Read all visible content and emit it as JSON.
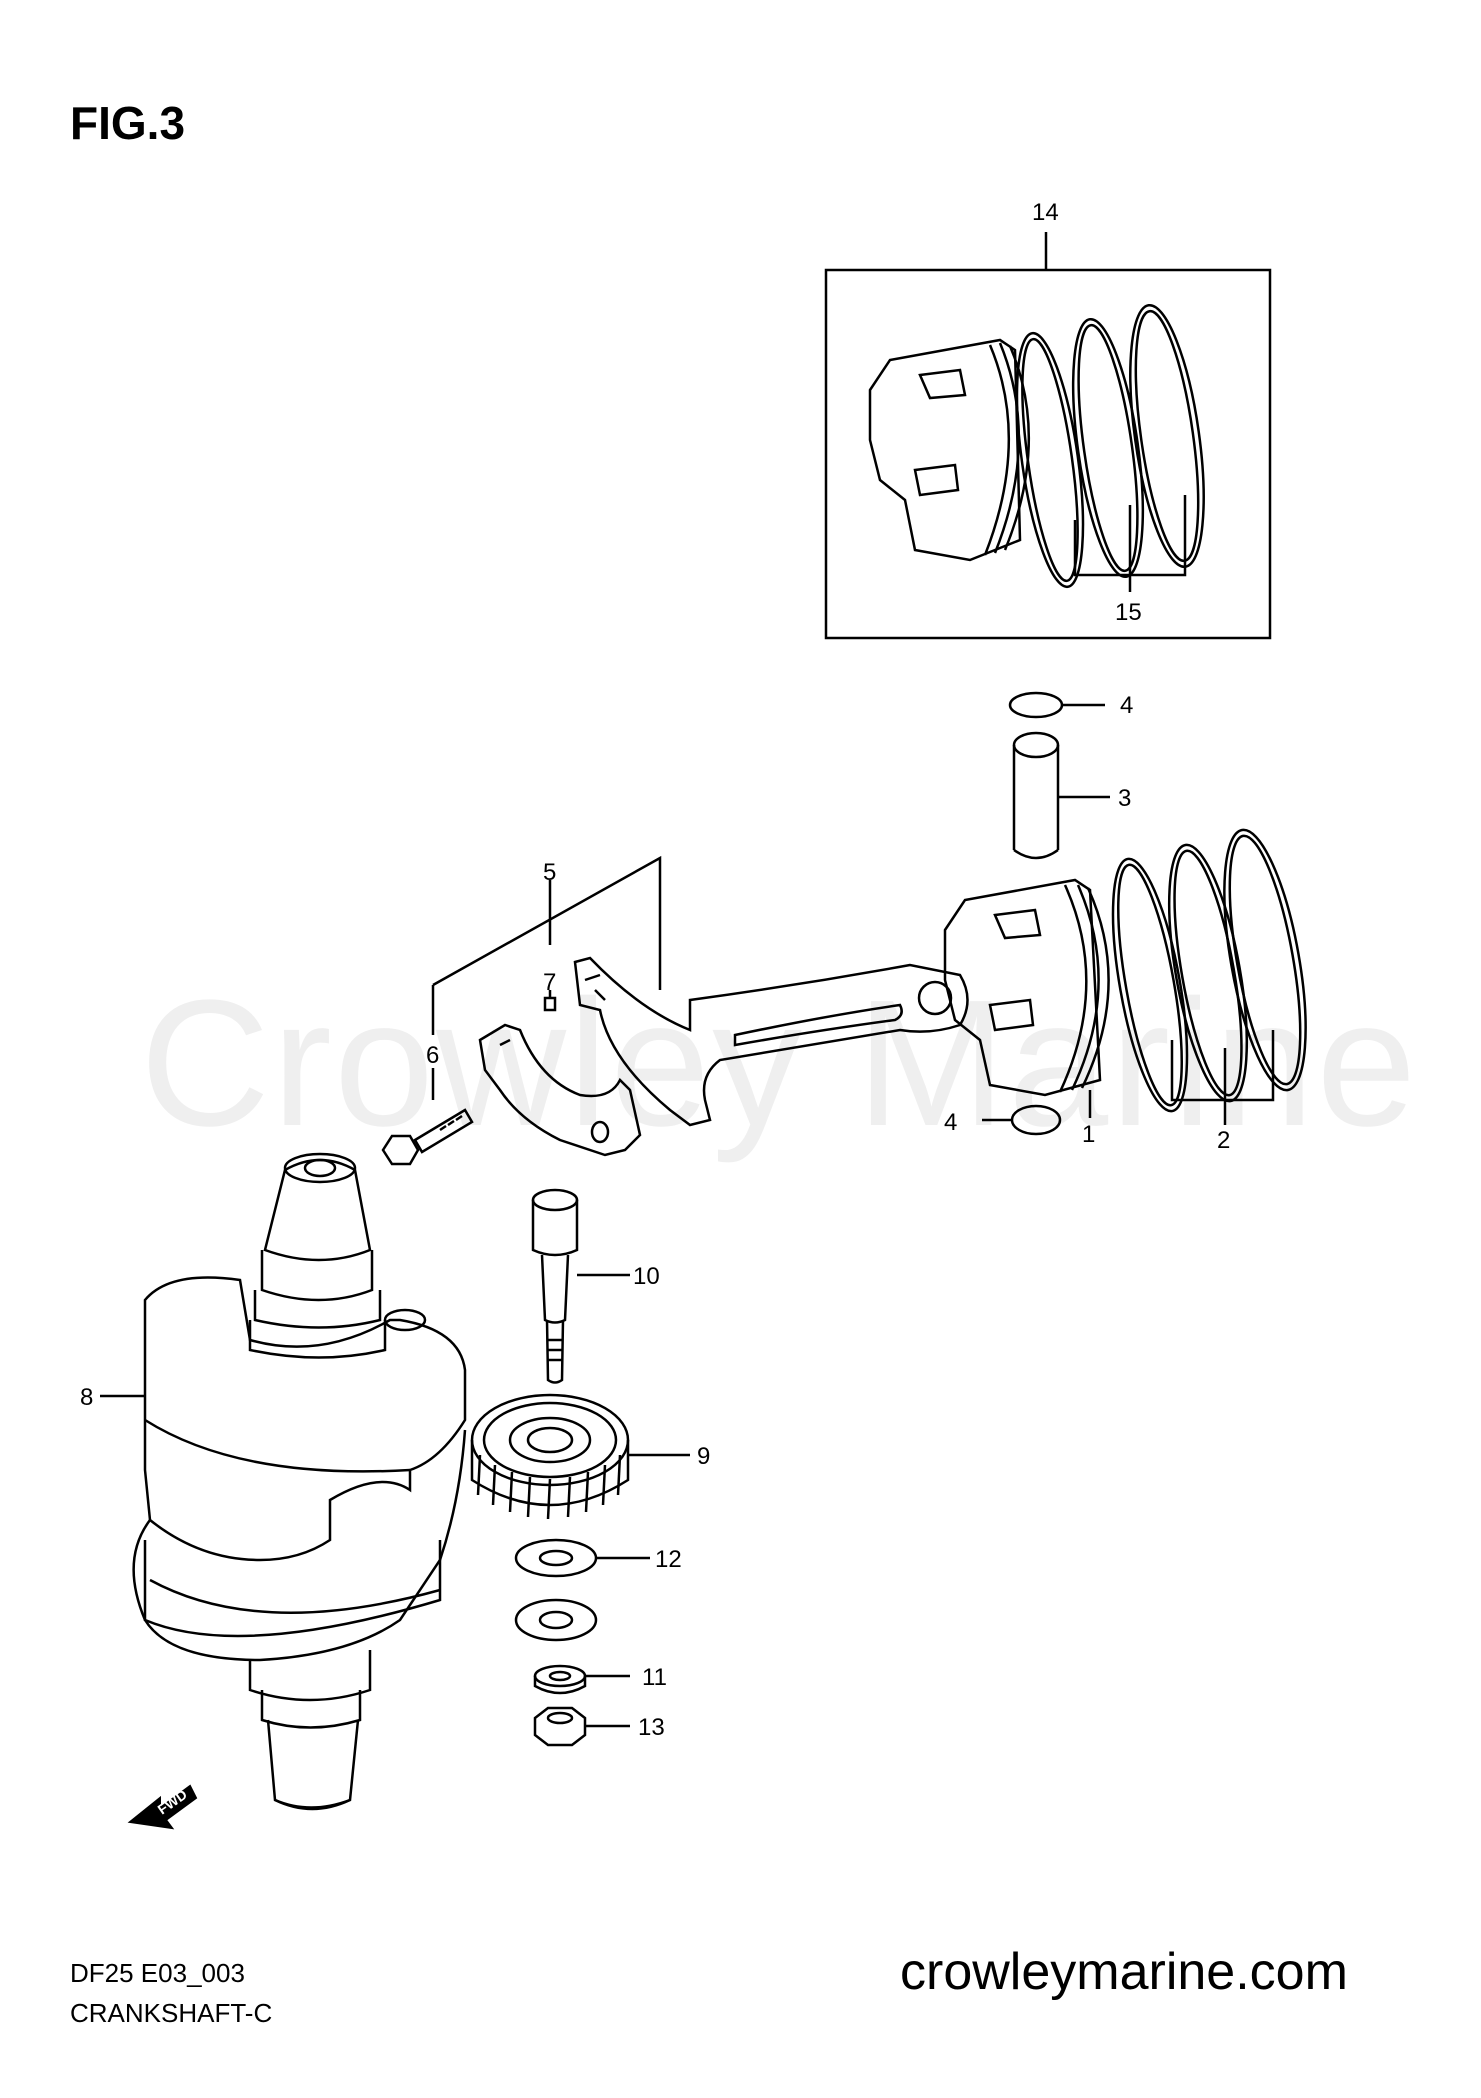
{
  "figure": {
    "title": "FIG.3",
    "watermark": "Crowley Marine",
    "model_code": "DF25 E03_003",
    "diagram_name": "CRANKSHAFT-C",
    "website": "crowleymarine.com",
    "fwd_label": "FWD"
  },
  "callouts": [
    "1",
    "2",
    "3",
    "4",
    "4",
    "5",
    "6",
    "7",
    "8",
    "9",
    "10",
    "11",
    "12",
    "13",
    "14",
    "15"
  ]
}
